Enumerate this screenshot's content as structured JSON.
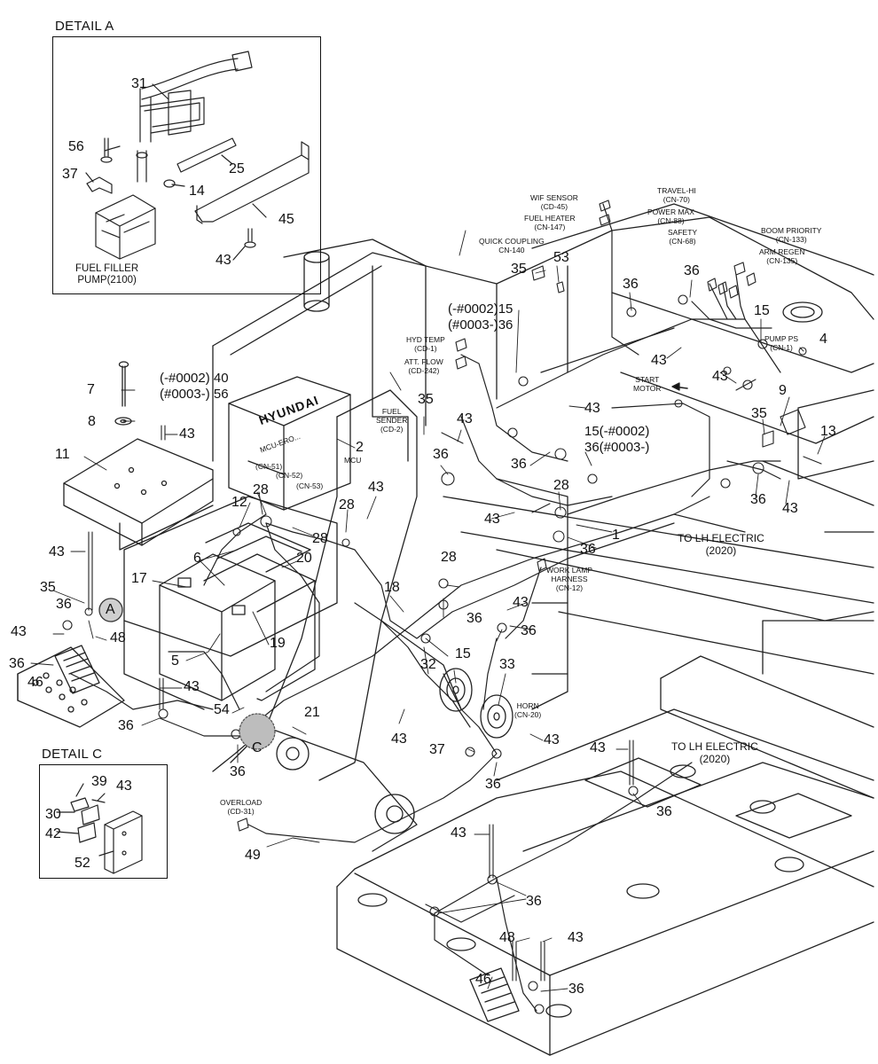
{
  "details": {
    "a": {
      "title": "DETAIL  A",
      "caption": "FUEL FILLER\nPUMP(2100)",
      "parts": [
        "31",
        "56",
        "25",
        "37",
        "14",
        "45",
        "43"
      ]
    },
    "c": {
      "title": "DETAIL C",
      "parts": [
        "39",
        "43",
        "30",
        "42",
        "52"
      ]
    }
  },
  "connectors": {
    "wif_sensor": "WIF SENSOR\n(CD-45)",
    "fuel_heater": "FUEL HEATER\n(CN-147)",
    "quick_coupling": "QUICK COUPLING\nCN-140",
    "travel_hi": "TRAVEL-HI\n(CN-70)",
    "power_max": "POWER MAX\n(CN-88)",
    "safety": "SAFETY\n(CN-68)",
    "boom_priority": "BOOM PRIORITY\n(CN-133)",
    "arm_regen": "ARM REGEN\n(CN-135)",
    "pump_ps": "PUMP PS\n(CN-1)",
    "hyd_temp": "HYD TEMP\n(CD-1)",
    "att_flow": "ATT. FLOW\n(CD-242)",
    "fuel_sender": "FUEL\nSENDER\n(CD-2)",
    "start_motor": "START\nMOTOR",
    "work_lamp": "WORK LAMP\nHARNESS\n(CN-12)",
    "horn": "HORN\n(CN-20)",
    "overload": "OVERLOAD\n(CD-31)",
    "mcu_cn51": "(CN-51)",
    "mcu_cn52": "(CN-52)",
    "mcu_cn53": "(CN-53)"
  },
  "notes": {
    "to_lh_1": "TO LH ELECTRIC\n(2020)",
    "to_lh_2": "TO LH ELECTRIC\n(2020)",
    "mcu_label": "MCU",
    "mcu_brand": "HYUNDAI",
    "mcu_sub": "MCU-ERO...",
    "serial_40": "(-#0002) 40\n(#0003-) 56",
    "serial_15": "(-#0002)15\n(#0003-)36",
    "serial_36": "15(-#0002)\n36(#0003-)"
  },
  "callouts": {
    "c7": "7",
    "c8": "8",
    "c43a": "43",
    "c11": "11",
    "c2": "2",
    "c28a": "28",
    "c28b": "28",
    "c28c": "28",
    "c28d": "28",
    "c28e": "28",
    "c12": "12",
    "c6": "6",
    "c20": "20",
    "c17": "17",
    "c19": "19",
    "c5": "5",
    "c35a": "35",
    "c36a": "36",
    "cA": "A",
    "c43b": "43",
    "c48a": "48",
    "c36b": "36",
    "c46a": "46",
    "c43c": "43",
    "c54": "54",
    "c21": "21",
    "c36c": "36",
    "cC": "C",
    "c36d": "36",
    "c18": "18",
    "c15a": "15",
    "c32": "32",
    "c33": "33",
    "c43d": "43",
    "c43e": "43",
    "c37": "37",
    "c36e": "36",
    "c49": "49",
    "c36f": "36",
    "c43f": "43",
    "c43g": "43",
    "c36g": "36",
    "c48b": "48",
    "c43h": "43",
    "c46b": "46",
    "c36h": "36",
    "c35b": "35",
    "c53": "53",
    "c36i": "36",
    "c36j": "36",
    "c15b": "15",
    "c4": "4",
    "c43i": "43",
    "c43j": "43",
    "c9": "9",
    "c35c": "35",
    "c13": "13",
    "c36k": "36",
    "c43k": "43",
    "c43l": "43",
    "c35d": "35",
    "c43m": "43",
    "c36l": "36",
    "c36m": "36",
    "c43n": "43",
    "c36n": "36",
    "c1": "1",
    "c36o": "36",
    "c43o": "43",
    "c36p": "36",
    "c43p": "43",
    "c43q": "43",
    "c43r": "43",
    "c36q": "36"
  }
}
